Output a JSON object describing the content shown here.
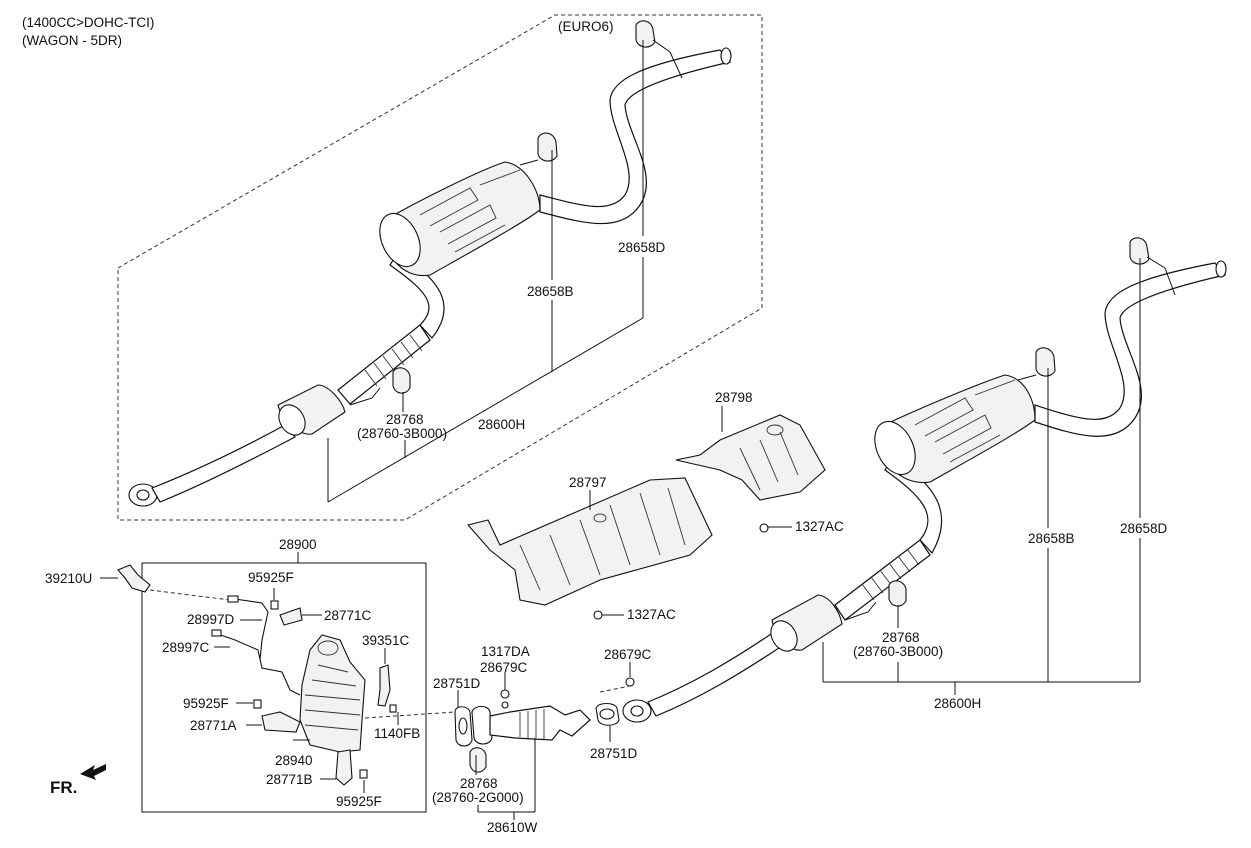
{
  "header": {
    "line1": "(1400CC>DOHC-TCI)",
    "line2": "(WAGON - 5DR)"
  },
  "variant_label": "(EURO6)",
  "direction_label": "FR.",
  "labels": {
    "l_28658D_top": "28658D",
    "l_28658B_top": "28658B",
    "l_28768_top": "28768",
    "l_28760_3B000_top": "(28760-3B000)",
    "l_28600H_top": "28600H",
    "l_28798": "28798",
    "l_28797": "28797",
    "l_1327AC_a": "1327AC",
    "l_1327AC_b": "1327AC",
    "l_28658B_r": "28658B",
    "l_28658D_r": "28658D",
    "l_28768_r": "28768",
    "l_28760_3B000_r": "(28760-3B000)",
    "l_28600H_r": "28600H",
    "l_28900": "28900",
    "l_39210U": "39210U",
    "l_95925F_a": "95925F",
    "l_28771C": "28771C",
    "l_28997D": "28997D",
    "l_28997C": "28997C",
    "l_39351C": "39351C",
    "l_95925F_b": "95925F",
    "l_28771A": "28771A",
    "l_1140FB": "1140FB",
    "l_28940": "28940",
    "l_28771B": "28771B",
    "l_95925F_c": "95925F",
    "l_1317DA": "1317DA",
    "l_28679C_a": "28679C",
    "l_28679C_b": "28679C",
    "l_28751D_a": "28751D",
    "l_28751D_b": "28751D",
    "l_28768_b": "28768",
    "l_28760_2G000": "(28760-2G000)",
    "l_28610W": "28610W"
  }
}
